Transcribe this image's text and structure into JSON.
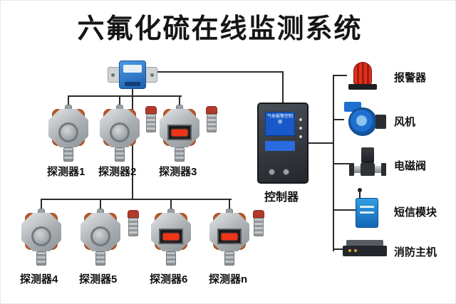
{
  "title": "六氟化硫在线监测系统",
  "detectors": {
    "row1": [
      {
        "label": "探测器1"
      },
      {
        "label": "探测器2"
      },
      {
        "label": "探测器3"
      }
    ],
    "row2": [
      {
        "label": "探测器4"
      },
      {
        "label": "探测器5"
      },
      {
        "label": "探测器6"
      },
      {
        "label": "探测器n"
      }
    ]
  },
  "controller": {
    "label": "控制器",
    "screen_text": "气体报警控制器"
  },
  "right_devices": [
    {
      "label": "报警器"
    },
    {
      "label": "风机"
    },
    {
      "label": "电磁阀"
    },
    {
      "label": "短信模块"
    },
    {
      "label": "消防主机"
    }
  ],
  "colors": {
    "line": "#2b2b2b",
    "accent_blue": "#1d6fd0",
    "alarm_red": "#d32f1e",
    "bracket_orange": "#c4602f"
  }
}
